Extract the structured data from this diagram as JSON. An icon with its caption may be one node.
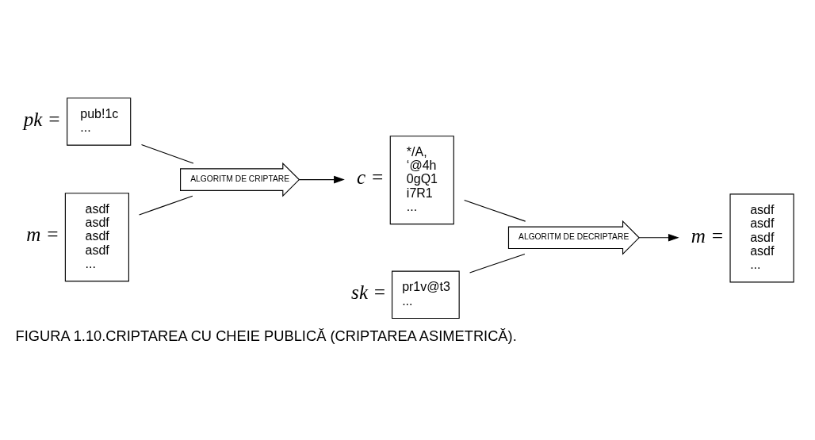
{
  "diagram": {
    "caption": "FIGURA 1.10.CRIPTAREA CU CHEIE PUBLICĂ (CRIPTAREA ASIMETRICĂ).",
    "nodes": [
      {
        "text": [
          "pub!1c ..."
        ],
        "beside": [
          "pk ="
        ]
      },
      {
        "text": [
          "asdf asdf asdf asdf ..."
        ],
        "beside": [
          "m ="
        ]
      },
      {
        "text": [
          "ALGORITM DE CRIPTARE"
        ]
      },
      {
        "text": [
          "*/A, ‘@4h 0gQ1 i7R1 ..."
        ],
        "beside": [
          "c ="
        ]
      },
      {
        "text": [
          "pr1v@t3 ..."
        ],
        "beside": [
          "sk ="
        ]
      },
      {
        "text": [
          "ALGORITM DE DECRIPTARE"
        ]
      },
      {
        "text": [
          "asdf asdf asdf asdf ..."
        ],
        "beside": [
          "m ="
        ]
      }
    ],
    "edges": [
      {
        "from": 0,
        "to": 2,
        "arrow": "none"
      },
      {
        "from": 1,
        "to": 2,
        "arrow": "none"
      },
      {
        "from": 2,
        "to": 3,
        "arrow": "to"
      },
      {
        "from": 3,
        "to": 5,
        "arrow": "none"
      },
      {
        "from": 4,
        "to": 5,
        "arrow": "none"
      },
      {
        "from": 5,
        "to": 6,
        "arrow": "to"
      }
    ]
  }
}
